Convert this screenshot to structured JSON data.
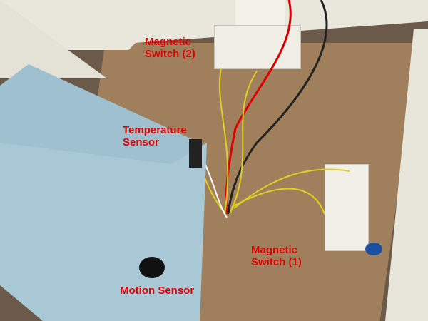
{
  "labels": {
    "magnetic_switch_2": {
      "line1": "Magnetic",
      "line2": "Switch (2)"
    },
    "temperature_sensor": {
      "line1": "Temperature",
      "line2": "Sensor"
    },
    "magnetic_switch_1": {
      "line1": "Magnetic",
      "line2": "Switch (1)"
    },
    "motion_sensor": "Motion Sensor"
  },
  "colors": {
    "label": "#e00000",
    "box": "#a9c8d6",
    "cardboard": "#a0805c"
  }
}
